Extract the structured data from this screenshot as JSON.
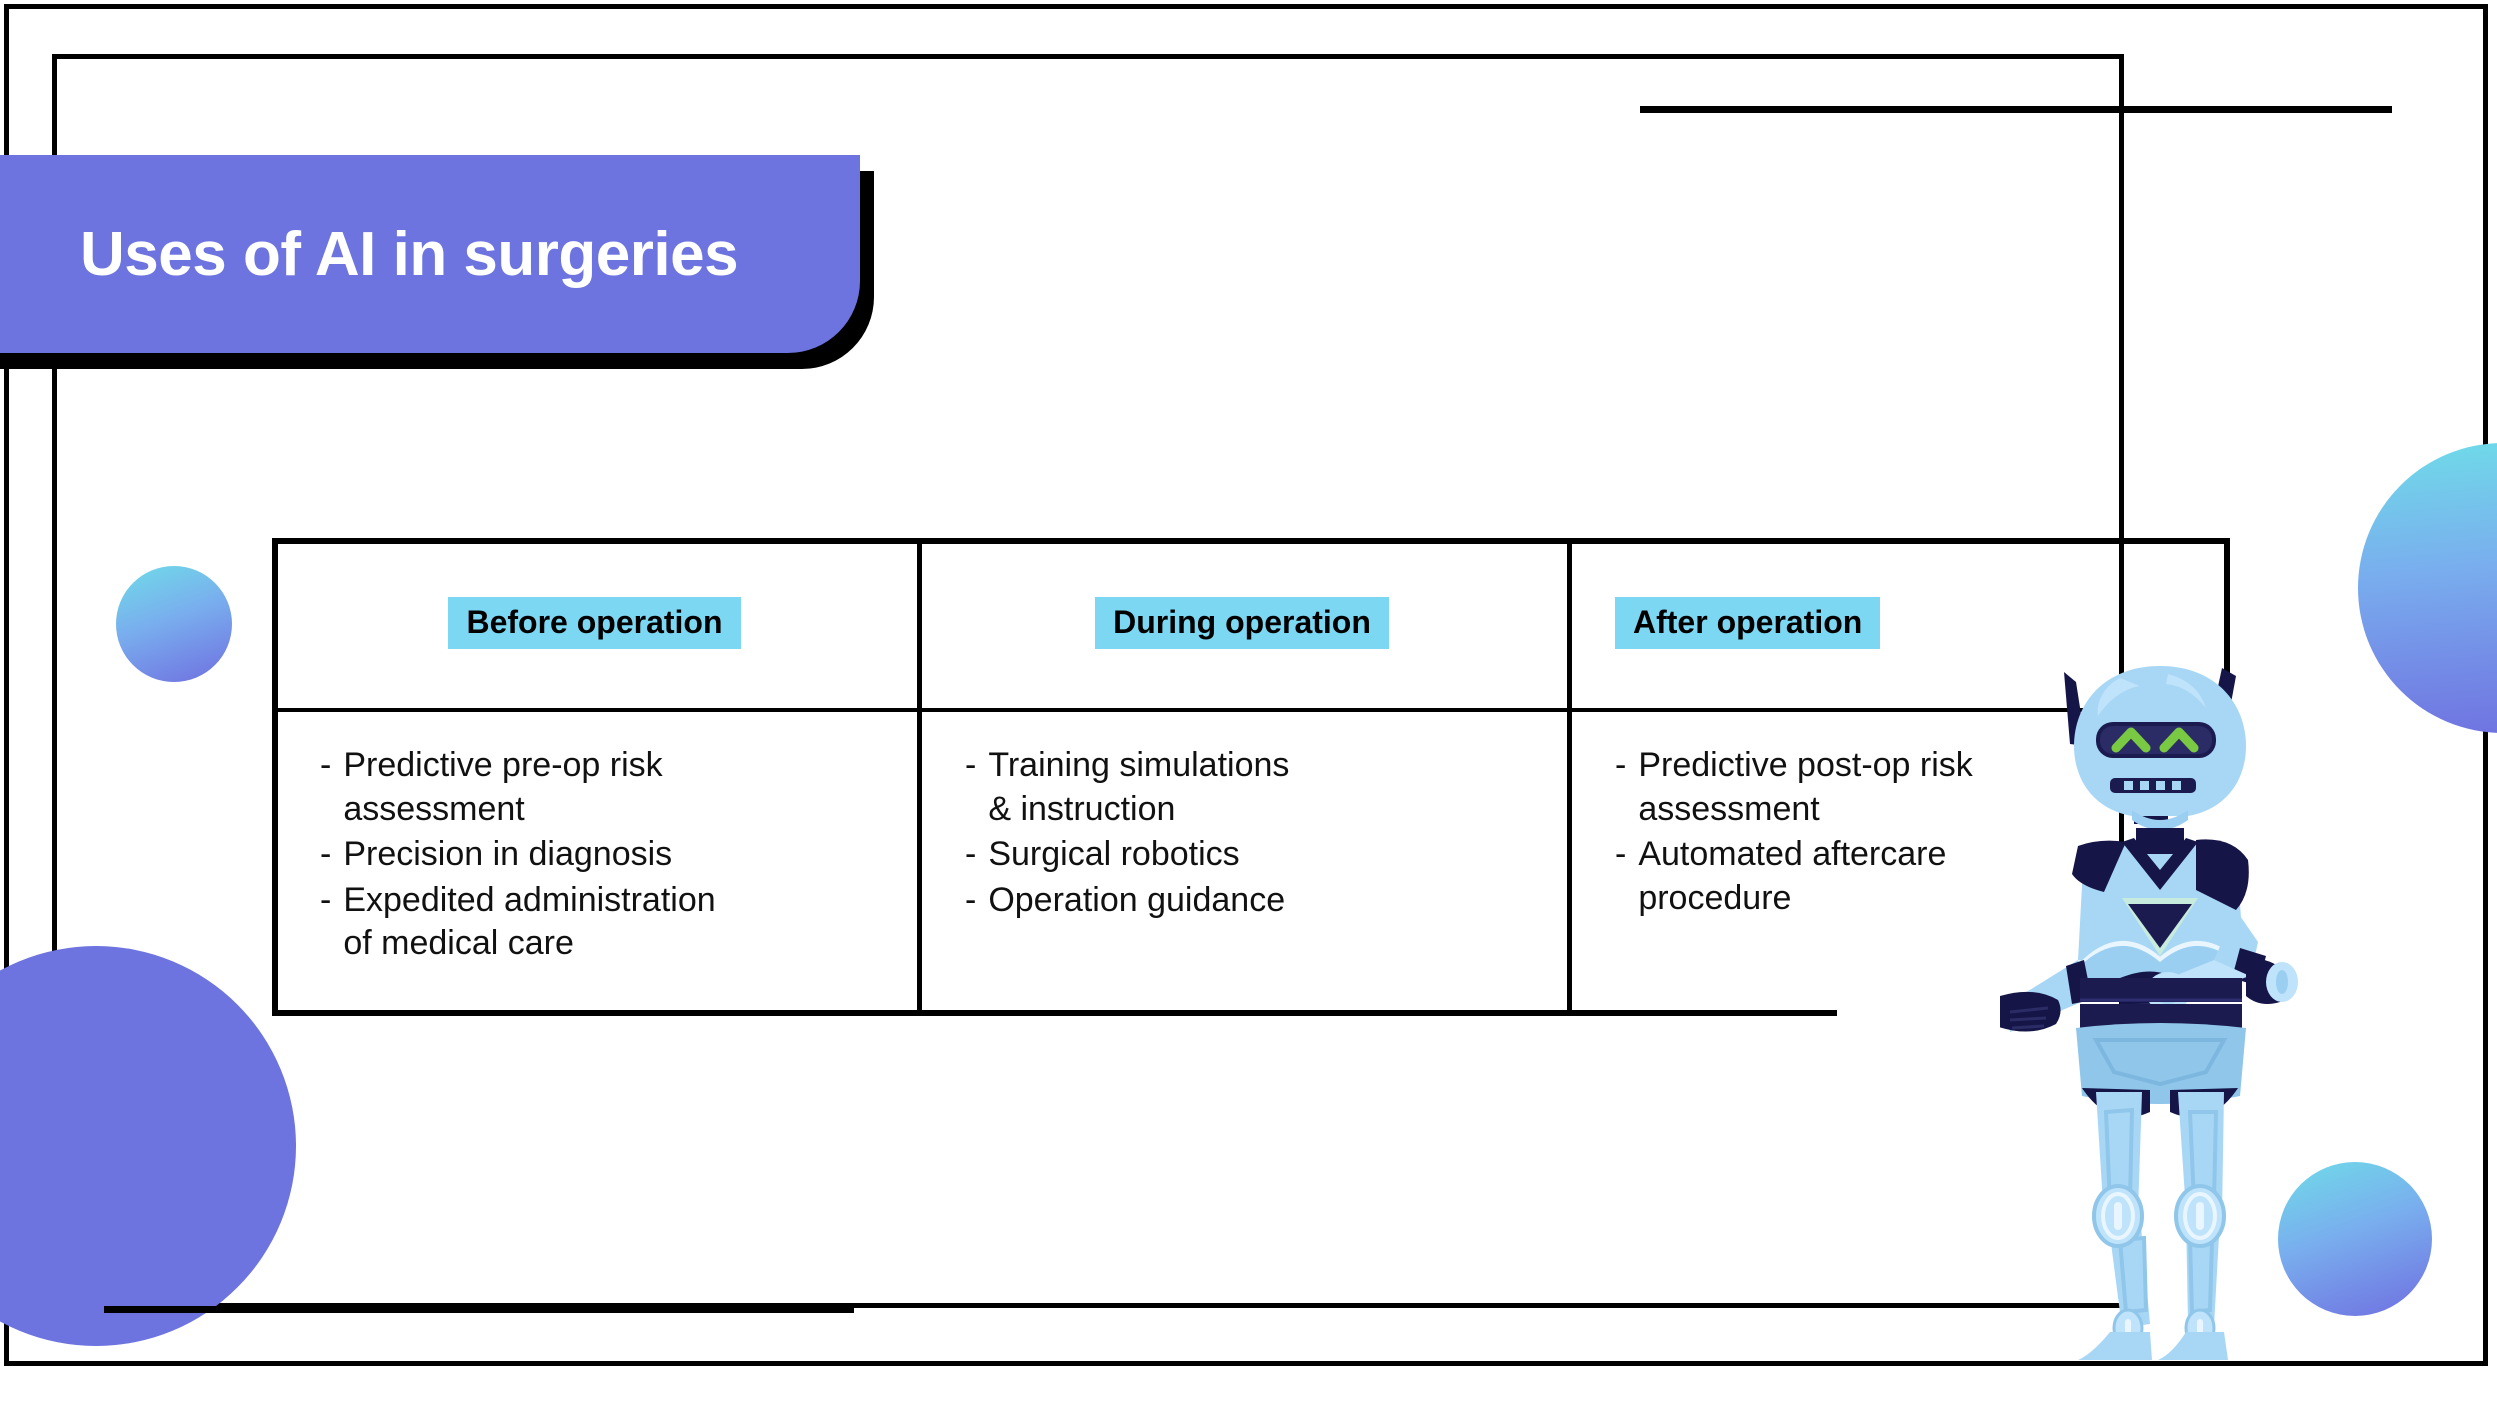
{
  "slide": {
    "title": "Uses of AI in surgeries",
    "background_color": "#ffffff",
    "accent_purple": "#6E74DF",
    "accent_cyan": "#7CD7F2",
    "frame_color": "#000000"
  },
  "table": {
    "columns": [
      {
        "header": "Before operation",
        "bullets": [
          "Predictive pre-op risk\nassessment",
          "Precision in diagnosis",
          "Expedited administration\nof medical care"
        ]
      },
      {
        "header": "During operation",
        "bullets": [
          "Training simulations\n& instruction",
          "Surgical robotics",
          "Operation guidance"
        ]
      },
      {
        "header": "After operation",
        "bullets": [
          "Predictive post-op risk\nassessment",
          "Automated aftercare\nprocedure"
        ]
      }
    ],
    "bullet_marker": "-"
  },
  "decor": {
    "circle_small_left": "gradient-circle",
    "circle_large_left": "solid-purple-circle",
    "circle_right_top": "gradient-circle",
    "circle_right_bottom": "gradient-circle",
    "rule_top": "horizontal-accent-line",
    "rule_bottom": "horizontal-accent-line",
    "illustration": "robot-character"
  }
}
